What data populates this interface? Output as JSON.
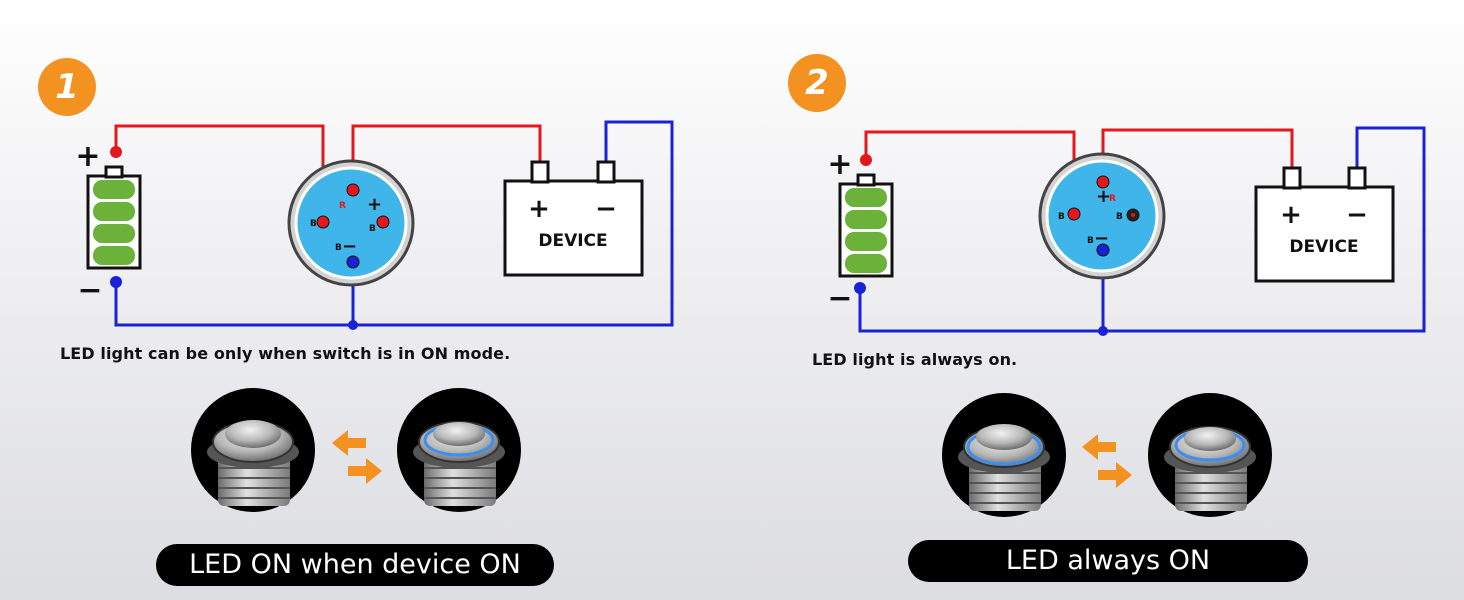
{
  "panels": [
    {
      "badge": "1",
      "caption": "LED light can be only when switch is in ON mode.",
      "device_label": "DEVICE",
      "plus_sign": "+",
      "minus_sign": "−",
      "device_plus": "+",
      "device_minus": "−",
      "pin_labels": {
        "r": "R",
        "b_left": "B",
        "b_right": "B",
        "b_bottom": "B"
      },
      "button_label": "LED ON when device ON"
    },
    {
      "badge": "2",
      "caption": "LED light is always on.",
      "device_label": "DEVICE",
      "plus_sign": "+",
      "minus_sign": "−",
      "device_plus": "+",
      "device_minus": "−",
      "pin_labels": {
        "r": "R",
        "b_left": "B",
        "b_right": "B",
        "b_bottom": "B"
      },
      "button_label": "LED always ON"
    }
  ],
  "colors": {
    "accent": "#f39221",
    "wire_positive": "#e3171e",
    "wire_negative": "#1a22d6",
    "battery_green": "#6cb23a",
    "switch_face": "#3fb5ea"
  },
  "icons": [
    "battery-icon",
    "switch-diagram-icon",
    "device-icon",
    "push-button-photo",
    "swap-arrows-icon"
  ]
}
